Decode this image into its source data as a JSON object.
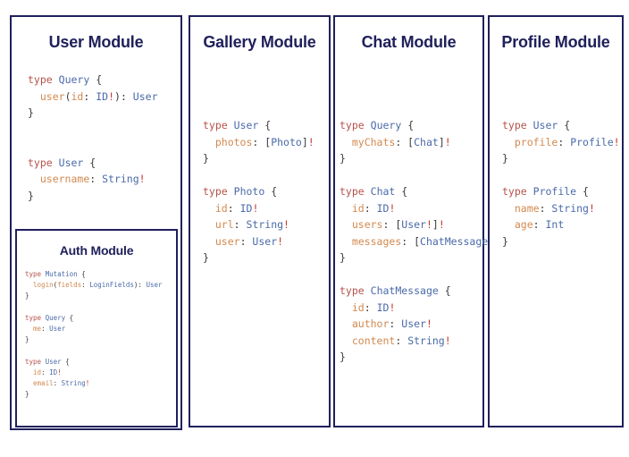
{
  "page": {
    "background": "#ffffff",
    "border_color": "#20205c",
    "title_color": "#20205c"
  },
  "syntax_colors": {
    "keyword": "#b5524b",
    "type_name": "#4a6aa8",
    "field_name": "#d2894f",
    "non_null_bang": "#c0392b",
    "punctuation": "#3a3a3a"
  },
  "modules": [
    {
      "id": "user",
      "title": "User Module",
      "code_lines": [
        [
          [
            "k",
            "type"
          ],
          [
            "p",
            " "
          ],
          [
            "t",
            "Query"
          ],
          [
            "p",
            " {"
          ]
        ],
        [
          [
            "p",
            "  "
          ],
          [
            "f",
            "user"
          ],
          [
            "p",
            "("
          ],
          [
            "f",
            "id"
          ],
          [
            "p",
            ": "
          ],
          [
            "t",
            "ID"
          ],
          [
            "b",
            "!"
          ],
          [
            "p",
            "): "
          ],
          [
            "t",
            "User"
          ]
        ],
        [
          [
            "p",
            "}"
          ]
        ],
        [
          [
            "p",
            ""
          ]
        ],
        [
          [
            "p",
            ""
          ]
        ],
        [
          [
            "k",
            "type"
          ],
          [
            "p",
            " "
          ],
          [
            "t",
            "User"
          ],
          [
            "p",
            " {"
          ]
        ],
        [
          [
            "p",
            "  "
          ],
          [
            "f",
            "username"
          ],
          [
            "p",
            ": "
          ],
          [
            "t",
            "String"
          ],
          [
            "b",
            "!"
          ]
        ],
        [
          [
            "p",
            "}"
          ]
        ]
      ],
      "nested": {
        "id": "auth",
        "title": "Auth Module",
        "code_lines": [
          [
            [
              "k",
              "type"
            ],
            [
              "p",
              " "
            ],
            [
              "t",
              "Mutation"
            ],
            [
              "p",
              " {"
            ]
          ],
          [
            [
              "p",
              "  "
            ],
            [
              "f",
              "login"
            ],
            [
              "p",
              "("
            ],
            [
              "f",
              "fields"
            ],
            [
              "p",
              ": "
            ],
            [
              "t",
              "LoginFields"
            ],
            [
              "p",
              "): "
            ],
            [
              "t",
              "User"
            ]
          ],
          [
            [
              "p",
              "}"
            ]
          ],
          [
            [
              "p",
              ""
            ]
          ],
          [
            [
              "k",
              "type"
            ],
            [
              "p",
              " "
            ],
            [
              "t",
              "Query"
            ],
            [
              "p",
              " {"
            ]
          ],
          [
            [
              "p",
              "  "
            ],
            [
              "f",
              "me"
            ],
            [
              "p",
              ": "
            ],
            [
              "t",
              "User"
            ]
          ],
          [
            [
              "p",
              "}"
            ]
          ],
          [
            [
              "p",
              ""
            ]
          ],
          [
            [
              "k",
              "type"
            ],
            [
              "p",
              " "
            ],
            [
              "t",
              "User"
            ],
            [
              "p",
              " {"
            ]
          ],
          [
            [
              "p",
              "  "
            ],
            [
              "f",
              "id"
            ],
            [
              "p",
              ": "
            ],
            [
              "t",
              "ID"
            ],
            [
              "b",
              "!"
            ]
          ],
          [
            [
              "p",
              "  "
            ],
            [
              "f",
              "email"
            ],
            [
              "p",
              ": "
            ],
            [
              "t",
              "String"
            ],
            [
              "b",
              "!"
            ]
          ],
          [
            [
              "p",
              "}"
            ]
          ]
        ]
      }
    },
    {
      "id": "gallery",
      "title": "Gallery Module",
      "code_lines": [
        [
          [
            "k",
            "type"
          ],
          [
            "p",
            " "
          ],
          [
            "t",
            "User"
          ],
          [
            "p",
            " {"
          ]
        ],
        [
          [
            "p",
            "  "
          ],
          [
            "f",
            "photos"
          ],
          [
            "p",
            ": ["
          ],
          [
            "t",
            "Photo"
          ],
          [
            "p",
            "]"
          ],
          [
            "b",
            "!"
          ]
        ],
        [
          [
            "p",
            "}"
          ]
        ],
        [
          [
            "p",
            ""
          ]
        ],
        [
          [
            "k",
            "type"
          ],
          [
            "p",
            " "
          ],
          [
            "t",
            "Photo"
          ],
          [
            "p",
            " {"
          ]
        ],
        [
          [
            "p",
            "  "
          ],
          [
            "f",
            "id"
          ],
          [
            "p",
            ": "
          ],
          [
            "t",
            "ID"
          ],
          [
            "b",
            "!"
          ]
        ],
        [
          [
            "p",
            "  "
          ],
          [
            "f",
            "url"
          ],
          [
            "p",
            ": "
          ],
          [
            "t",
            "String"
          ],
          [
            "b",
            "!"
          ]
        ],
        [
          [
            "p",
            "  "
          ],
          [
            "f",
            "user"
          ],
          [
            "p",
            ": "
          ],
          [
            "t",
            "User"
          ],
          [
            "b",
            "!"
          ]
        ],
        [
          [
            "p",
            "}"
          ]
        ]
      ]
    },
    {
      "id": "chat",
      "title": "Chat Module",
      "code_lines": [
        [
          [
            "k",
            "type"
          ],
          [
            "p",
            " "
          ],
          [
            "t",
            "Query"
          ],
          [
            "p",
            " {"
          ]
        ],
        [
          [
            "p",
            "  "
          ],
          [
            "f",
            "myChats"
          ],
          [
            "p",
            ": ["
          ],
          [
            "t",
            "Chat"
          ],
          [
            "p",
            "]"
          ],
          [
            "b",
            "!"
          ]
        ],
        [
          [
            "p",
            "}"
          ]
        ],
        [
          [
            "p",
            ""
          ]
        ],
        [
          [
            "k",
            "type"
          ],
          [
            "p",
            " "
          ],
          [
            "t",
            "Chat"
          ],
          [
            "p",
            " {"
          ]
        ],
        [
          [
            "p",
            "  "
          ],
          [
            "f",
            "id"
          ],
          [
            "p",
            ": "
          ],
          [
            "t",
            "ID"
          ],
          [
            "b",
            "!"
          ]
        ],
        [
          [
            "p",
            "  "
          ],
          [
            "f",
            "users"
          ],
          [
            "p",
            ": ["
          ],
          [
            "t",
            "User"
          ],
          [
            "b",
            "!"
          ],
          [
            "p",
            "]"
          ],
          [
            "b",
            "!"
          ]
        ],
        [
          [
            "p",
            "  "
          ],
          [
            "f",
            "messages"
          ],
          [
            "p",
            ": ["
          ],
          [
            "t",
            "ChatMessage"
          ],
          [
            "p",
            "]"
          ],
          [
            "b",
            "!"
          ]
        ],
        [
          [
            "p",
            "}"
          ]
        ],
        [
          [
            "p",
            ""
          ]
        ],
        [
          [
            "k",
            "type"
          ],
          [
            "p",
            " "
          ],
          [
            "t",
            "ChatMessage"
          ],
          [
            "p",
            " {"
          ]
        ],
        [
          [
            "p",
            "  "
          ],
          [
            "f",
            "id"
          ],
          [
            "p",
            ": "
          ],
          [
            "t",
            "ID"
          ],
          [
            "b",
            "!"
          ]
        ],
        [
          [
            "p",
            "  "
          ],
          [
            "f",
            "author"
          ],
          [
            "p",
            ": "
          ],
          [
            "t",
            "User"
          ],
          [
            "b",
            "!"
          ]
        ],
        [
          [
            "p",
            "  "
          ],
          [
            "f",
            "content"
          ],
          [
            "p",
            ": "
          ],
          [
            "t",
            "String"
          ],
          [
            "b",
            "!"
          ]
        ],
        [
          [
            "p",
            "}"
          ]
        ]
      ]
    },
    {
      "id": "profile",
      "title": "Profile Module",
      "code_lines": [
        [
          [
            "k",
            "type"
          ],
          [
            "p",
            " "
          ],
          [
            "t",
            "User"
          ],
          [
            "p",
            " {"
          ]
        ],
        [
          [
            "p",
            "  "
          ],
          [
            "f",
            "profile"
          ],
          [
            "p",
            ": "
          ],
          [
            "t",
            "Profile"
          ],
          [
            "b",
            "!"
          ]
        ],
        [
          [
            "p",
            "}"
          ]
        ],
        [
          [
            "p",
            ""
          ]
        ],
        [
          [
            "k",
            "type"
          ],
          [
            "p",
            " "
          ],
          [
            "t",
            "Profile"
          ],
          [
            "p",
            " {"
          ]
        ],
        [
          [
            "p",
            "  "
          ],
          [
            "f",
            "name"
          ],
          [
            "p",
            ": "
          ],
          [
            "t",
            "String"
          ],
          [
            "b",
            "!"
          ]
        ],
        [
          [
            "p",
            "  "
          ],
          [
            "f",
            "age"
          ],
          [
            "p",
            ": "
          ],
          [
            "t",
            "Int"
          ]
        ],
        [
          [
            "p",
            "}"
          ]
        ]
      ]
    }
  ]
}
